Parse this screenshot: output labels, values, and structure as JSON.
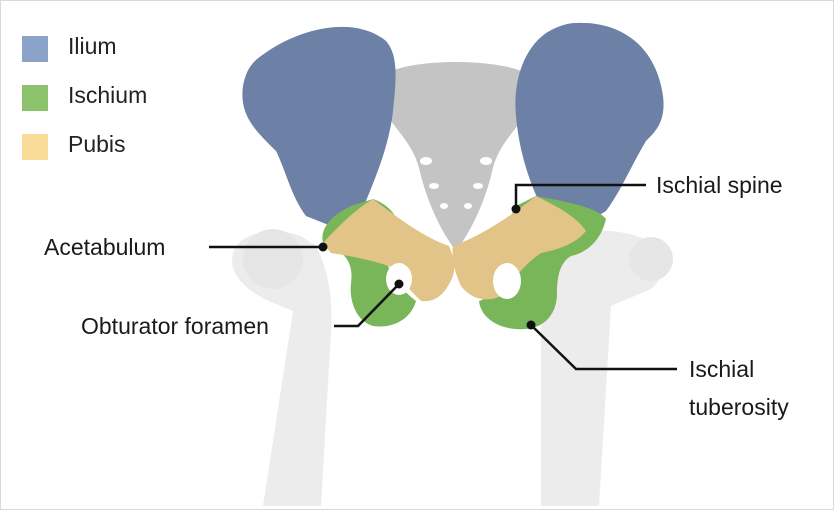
{
  "legend": [
    {
      "label": "Ilium",
      "color": "#8ca3c9"
    },
    {
      "label": "Ischium",
      "color": "#8cc26c"
    },
    {
      "label": "Pubis",
      "color": "#f9dc98"
    }
  ],
  "labels": {
    "ischial_spine": "Ischial spine",
    "acetabulum": "Acetabulum",
    "obturator_foramen": "Obturator foramen",
    "ischial_tuberosity_line1": "Ischial",
    "ischial_tuberosity_line2": "tuberosity"
  },
  "colors": {
    "ilium": "#6d80a5",
    "ischium": "#79b65a",
    "pubis": "#e2c488",
    "sacrum": "#c4c4c4",
    "femur": "#ececec",
    "leader": "#111111"
  }
}
